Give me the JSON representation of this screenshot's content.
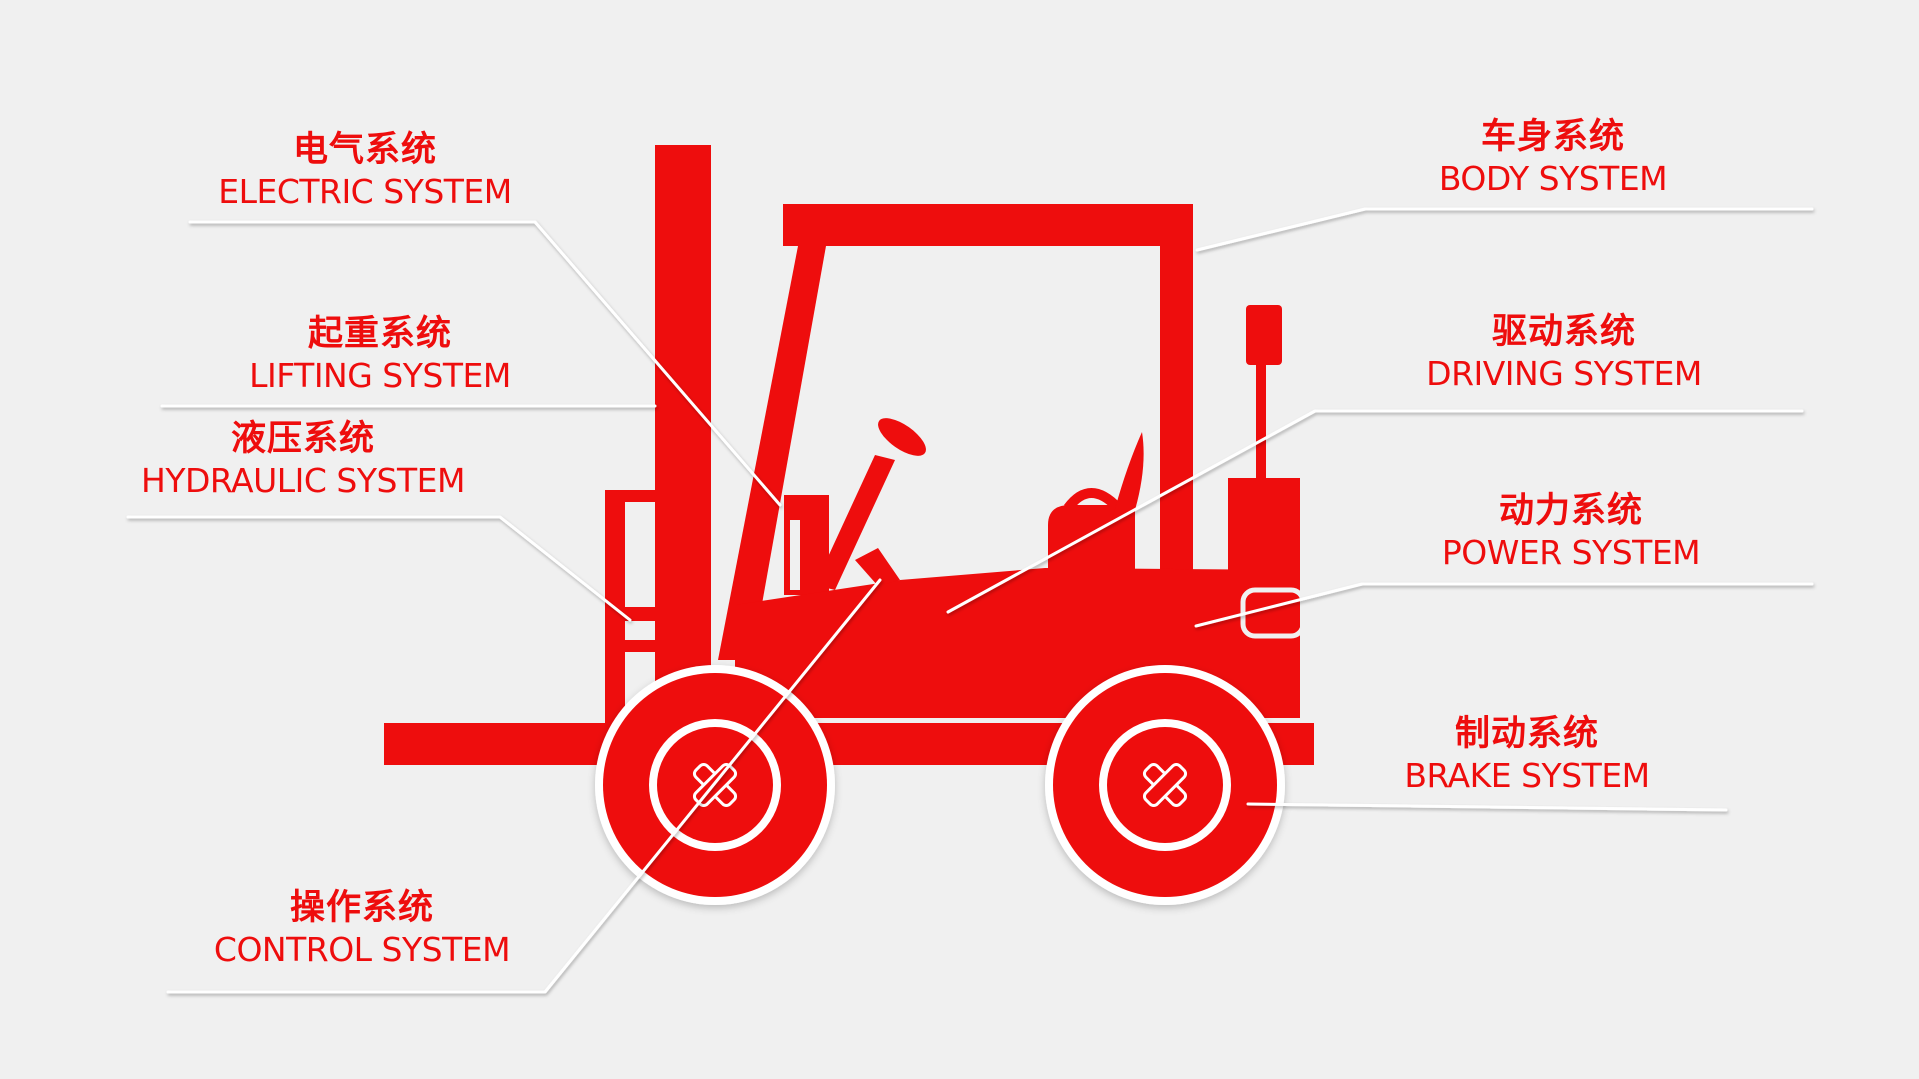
{
  "colors": {
    "background": "#f0f0f0",
    "accent": "#ee0d0d",
    "leader": "#ffffff"
  },
  "illustration": {
    "icon": "forklift-icon"
  },
  "labels": {
    "electric": {
      "cn": "电气系统",
      "en": "ELECTRIC SYSTEM"
    },
    "lifting": {
      "cn": "起重系统",
      "en": "LIFTING SYSTEM"
    },
    "hydraulic": {
      "cn": "液压系统",
      "en": "HYDRAULIC SYSTEM"
    },
    "control": {
      "cn": "操作系统",
      "en": "CONTROL SYSTEM"
    },
    "body": {
      "cn": "车身系统",
      "en": "BODY SYSTEM"
    },
    "driving": {
      "cn": "驱动系统",
      "en": "DRIVING SYSTEM"
    },
    "power": {
      "cn": "动力系统",
      "en": "POWER SYSTEM"
    },
    "brake": {
      "cn": "制动系统",
      "en": "BRAKE SYSTEM"
    }
  }
}
